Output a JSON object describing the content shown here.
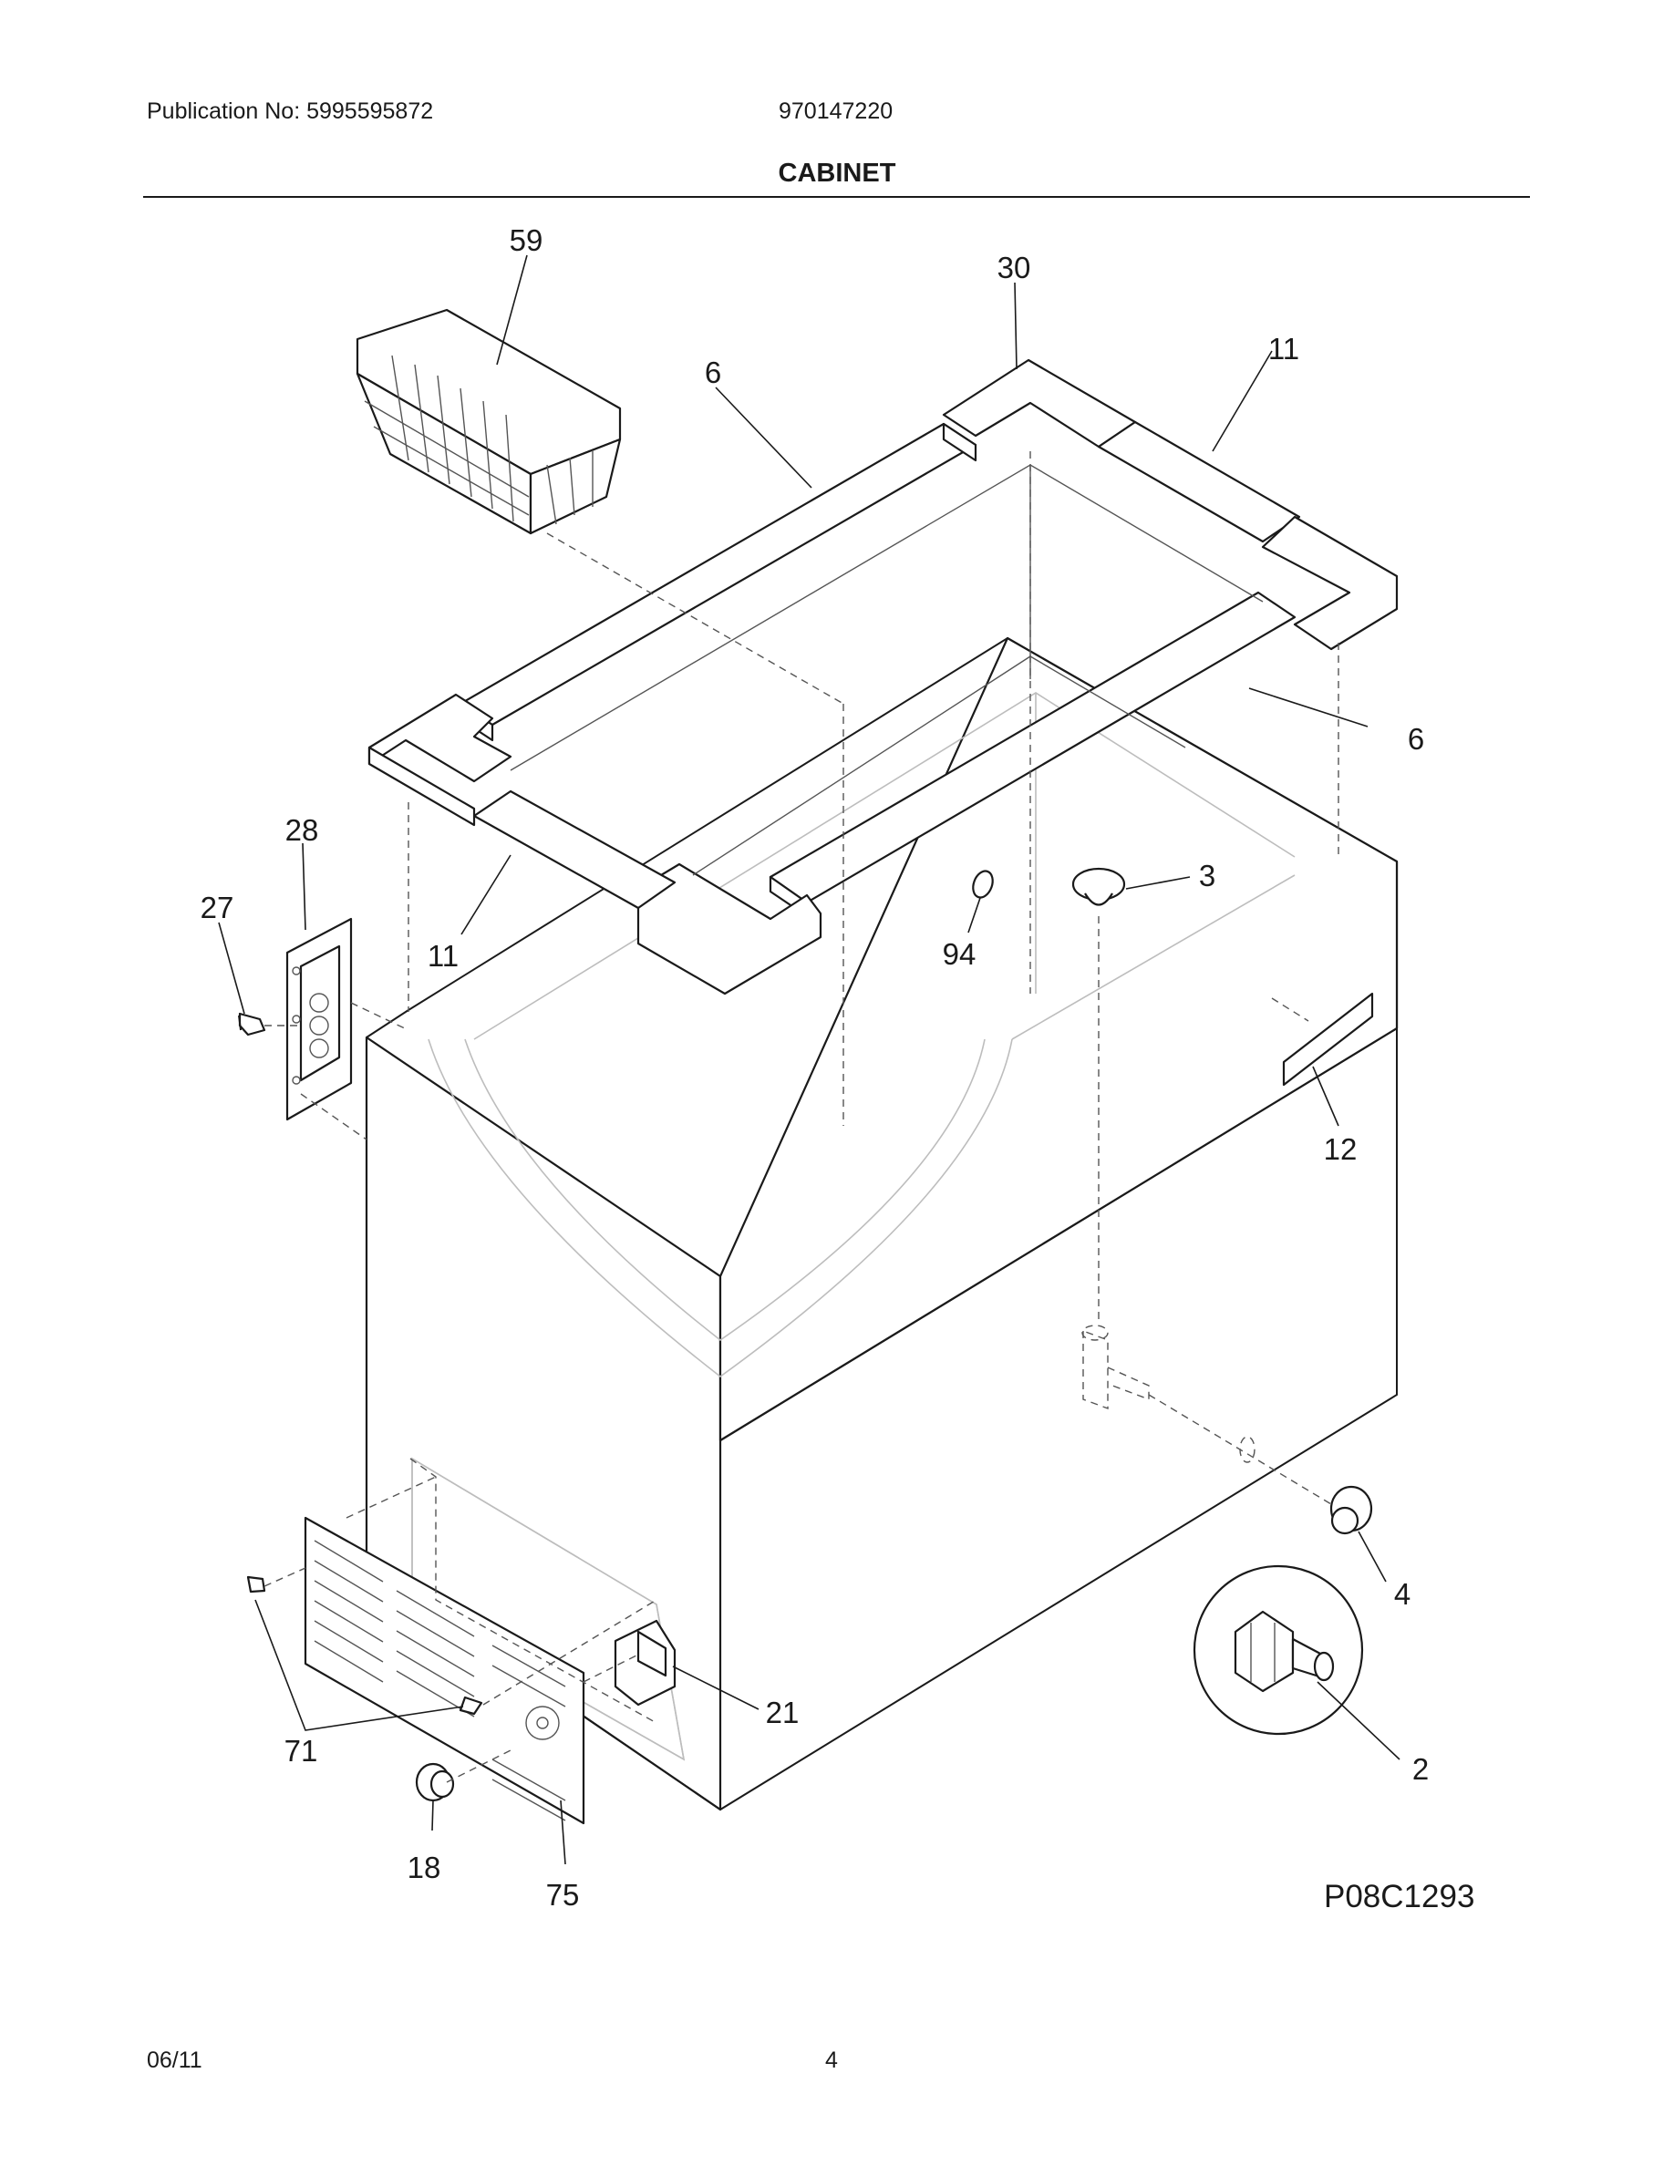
{
  "header": {
    "publication": "Publication No: 5995595872",
    "model": "970147220",
    "title": "CABINET"
  },
  "callouts": [
    "59",
    "30",
    "6",
    "11",
    "6",
    "28",
    "27",
    "11",
    "3",
    "94",
    "12",
    "4",
    "2",
    "21",
    "71",
    "18",
    "75"
  ],
  "figure_id": "P08C1293",
  "footer": {
    "date": "06/11",
    "page": "4"
  }
}
